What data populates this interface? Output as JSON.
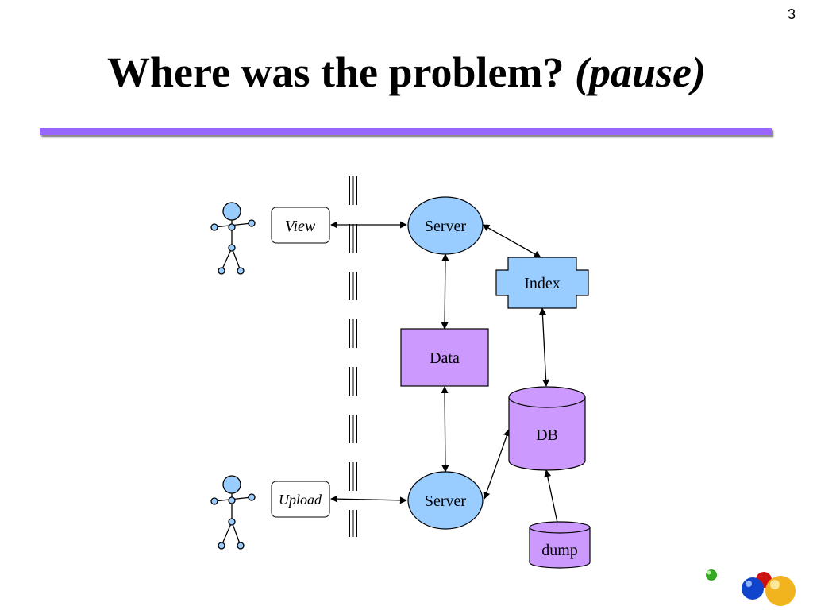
{
  "slide": {
    "number": "3"
  },
  "title": {
    "main": "Where was the problem?",
    "emphasis": "(pause)"
  },
  "actors": {
    "view_label": "View",
    "upload_label": "Upload"
  },
  "nodes": {
    "server_top": "Server",
    "server_bottom": "Server",
    "index": "Index",
    "data": "Data",
    "db": "DB",
    "dump": "dump"
  },
  "colors": {
    "blue": "#99ccff",
    "purple": "#cc99ff",
    "rule": "#9966ff"
  }
}
